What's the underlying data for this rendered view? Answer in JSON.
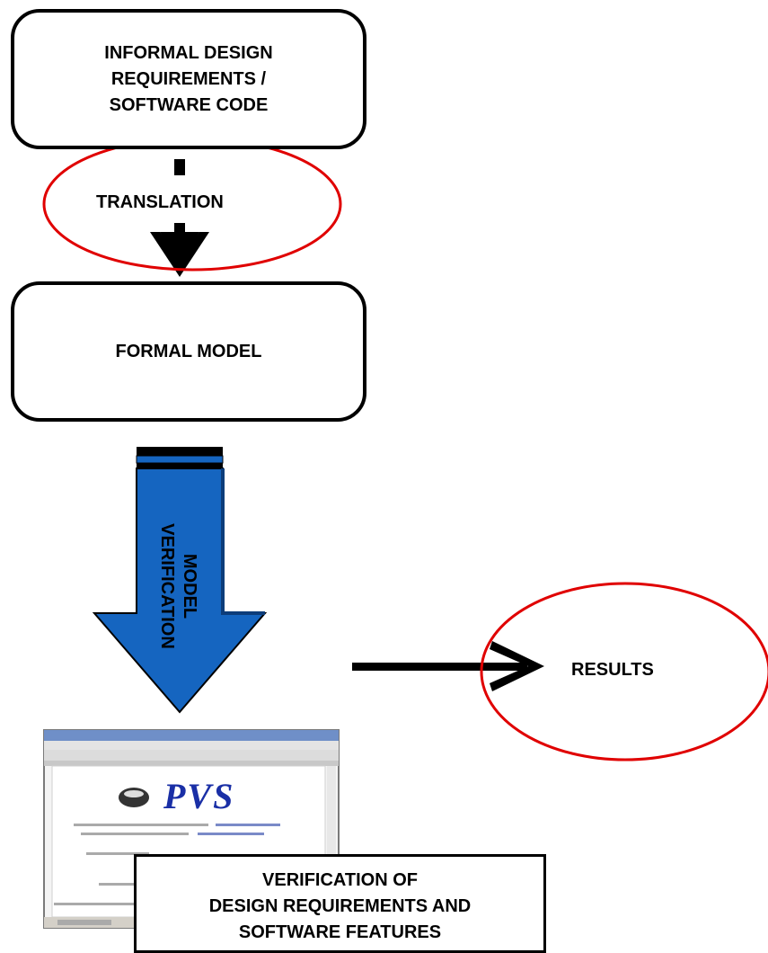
{
  "informal_box": {
    "line1": "INFORMAL DESIGN",
    "line2": "REQUIREMENTS /",
    "line3": "SOFTWARE CODE"
  },
  "translation": {
    "label": "TRANSLATION"
  },
  "formal_box": {
    "label": "FORMAL MODEL"
  },
  "model_verification": {
    "line1": "MODEL",
    "line2": "VERIFICATION"
  },
  "pvs_screenshot": {
    "logo_text": "PVS"
  },
  "results": {
    "label": "RESULTS"
  },
  "verification_box": {
    "line1": "VERIFICATION OF",
    "line2": "DESIGN REQUIREMENTS AND",
    "line3": "SOFTWARE FEATURES"
  },
  "colors": {
    "highlight_ellipse": "#e00000",
    "arrow_blue": "#1565c0",
    "pvs_logo": "#1a2fa6"
  }
}
